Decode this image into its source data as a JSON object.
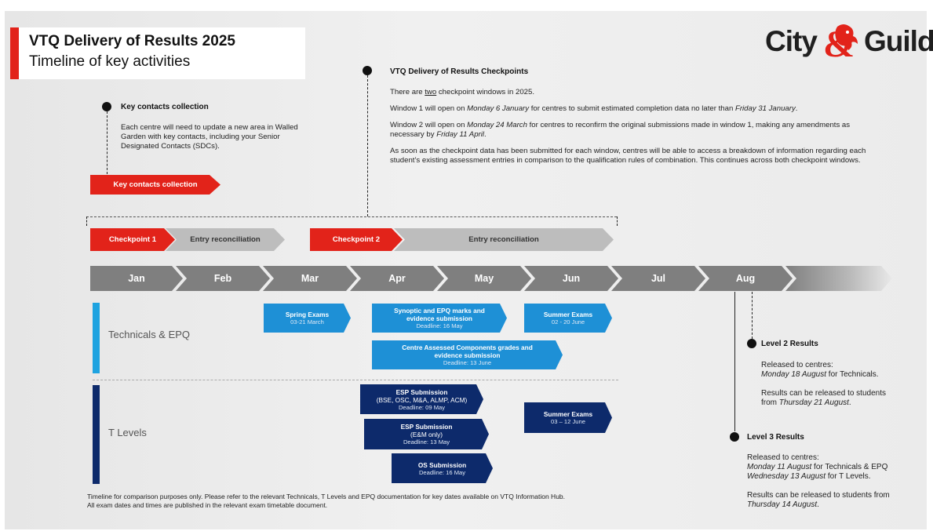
{
  "title": {
    "line1": "VTQ Delivery of Results 2025",
    "line2": "Timeline of key activities"
  },
  "logo": {
    "left": "City",
    "right": "Guilds",
    "ampersand": "&",
    "accent_color": "#e2231a"
  },
  "key_contacts": {
    "heading": "Key contacts collection",
    "text": "Each centre will need to update a new area in Walled Garden with key contacts, including your Senior Designated Contacts (SDCs).",
    "chevron_label": "Key contacts collection"
  },
  "checkpoints": {
    "heading": "VTQ Delivery of Results Checkpoints",
    "p1_pre": "There are ",
    "p1_ul": "two",
    "p1_post": " checkpoint windows in 2025.",
    "p2_a": "Window 1 will open on ",
    "p2_b": "Monday 6 January",
    "p2_c": " for centres to submit estimated completion data no later than ",
    "p2_d": "Friday 31 January",
    "p2_e": ".",
    "p3_a": "Window 2 will open on ",
    "p3_b": "Monday 24 March",
    "p3_c": " for centres to reconfirm the original submissions made in window 1, making any amendments as necessary by ",
    "p3_d": "Friday 11 April",
    "p3_e": ".",
    "p4": "As soon as the checkpoint data has been submitted for each window, centres will be able to access a breakdown of information regarding each student’s existing assessment entries in comparison to the qualification rules of combination. This continues across both checkpoint windows."
  },
  "phase_row": [
    {
      "label": "Checkpoint 1",
      "kind": "red"
    },
    {
      "label": "Entry reconciliation",
      "kind": "grey"
    },
    {
      "label": "Checkpoint 2",
      "kind": "red"
    },
    {
      "label": "Entry reconciliation",
      "kind": "grey"
    }
  ],
  "months": [
    "Jan",
    "Feb",
    "Mar",
    "Apr",
    "May",
    "Jun",
    "Jul",
    "Aug"
  ],
  "sections": {
    "technicals": "Technicals & EPQ",
    "tlevels": "T Levels",
    "technicals_color": "#1e90d6",
    "tlevels_color": "#0d2a6b"
  },
  "technicals_boxes": {
    "spring": {
      "title": "Spring Exams",
      "sub": "03-21 March"
    },
    "synoptic": {
      "title1": "Synoptic and EPQ marks and",
      "title2": "evidence submission",
      "sub": "Deadline: 16 May"
    },
    "summer": {
      "title": "Summer Exams",
      "sub": "02 - 20 June"
    },
    "cac": {
      "title1": "Centre Assessed Components grades and",
      "title2": "evidence submission",
      "sub": "Deadline: 13 June"
    }
  },
  "tlevel_boxes": {
    "esp1": {
      "title": "ESP Submission",
      "title2": "(BSE, OSC, M&A, ALMP, ACM)",
      "sub": "Deadline: 09 May"
    },
    "esp2": {
      "title": "ESP Submission",
      "title2": "(E&M only)",
      "sub": "Deadline: 13 May"
    },
    "os": {
      "title": "OS Submission",
      "sub": "Deadline: 16 May"
    },
    "summer": {
      "title": "Summer Exams",
      "sub": "03 – 12 June"
    }
  },
  "level2": {
    "heading": "Level 2 Results",
    "l1": "Released to centres:",
    "l2_i": "Monday 18 August",
    "l2_r": " for Technicals.",
    "l3": "Results can be released to students",
    "l4_r": "from ",
    "l4_i": "Thursday 21 August",
    "l4_e": "."
  },
  "level3": {
    "heading": "Level 3 Results",
    "l1": "Released to centres:",
    "l2_i": "Monday 11 August",
    "l2_r": " for Technicals & EPQ",
    "l3_i": "Wednesday 13 August",
    "l3_r": " for T Levels.",
    "l4": "Results can be released to students from",
    "l5_i": "Thursday 14 August",
    "l5_e": "."
  },
  "footnote": {
    "line1": "Timeline for comparison purposes only. Please refer to the relevant Technicals, T Levels and EPQ documentation for key dates available on VTQ Information Hub.",
    "line2": "All exam dates and times are published in the relevant exam timetable document."
  }
}
